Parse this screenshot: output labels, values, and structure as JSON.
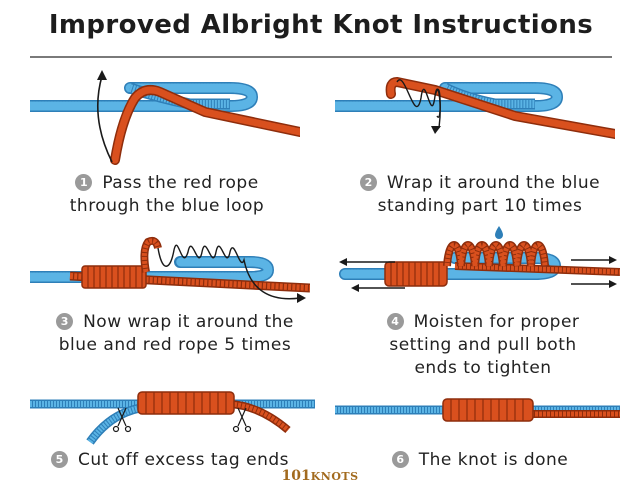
{
  "title": "Improved Albright Knot Instructions",
  "steps": [
    {
      "number": "1",
      "line1": "Pass the red rope",
      "line2": "through the blue loop",
      "line3": ""
    },
    {
      "number": "2",
      "line1": "Wrap it around the blue",
      "line2": "standing part 10 times",
      "line3": ""
    },
    {
      "number": "3",
      "line1": "Now wrap it around the",
      "line2": "blue and red rope 5 times",
      "line3": ""
    },
    {
      "number": "4",
      "line1": "Moisten for proper",
      "line2": "setting and pull both",
      "line3": "ends to tighten"
    },
    {
      "number": "5",
      "line1": "Cut off excess tag ends",
      "line2": "",
      "line3": ""
    },
    {
      "number": "6",
      "line1": "The knot is done",
      "line2": "",
      "line3": ""
    }
  ],
  "logo": {
    "prefix": "101",
    "suffix": "KNOTS"
  },
  "colors": {
    "blue_rope": "#5bb4e5",
    "blue_outline": "#2e7fb8",
    "red_rope": "#d9501e",
    "red_outline": "#8e2d0c",
    "arrow": "#1a1a1a"
  }
}
